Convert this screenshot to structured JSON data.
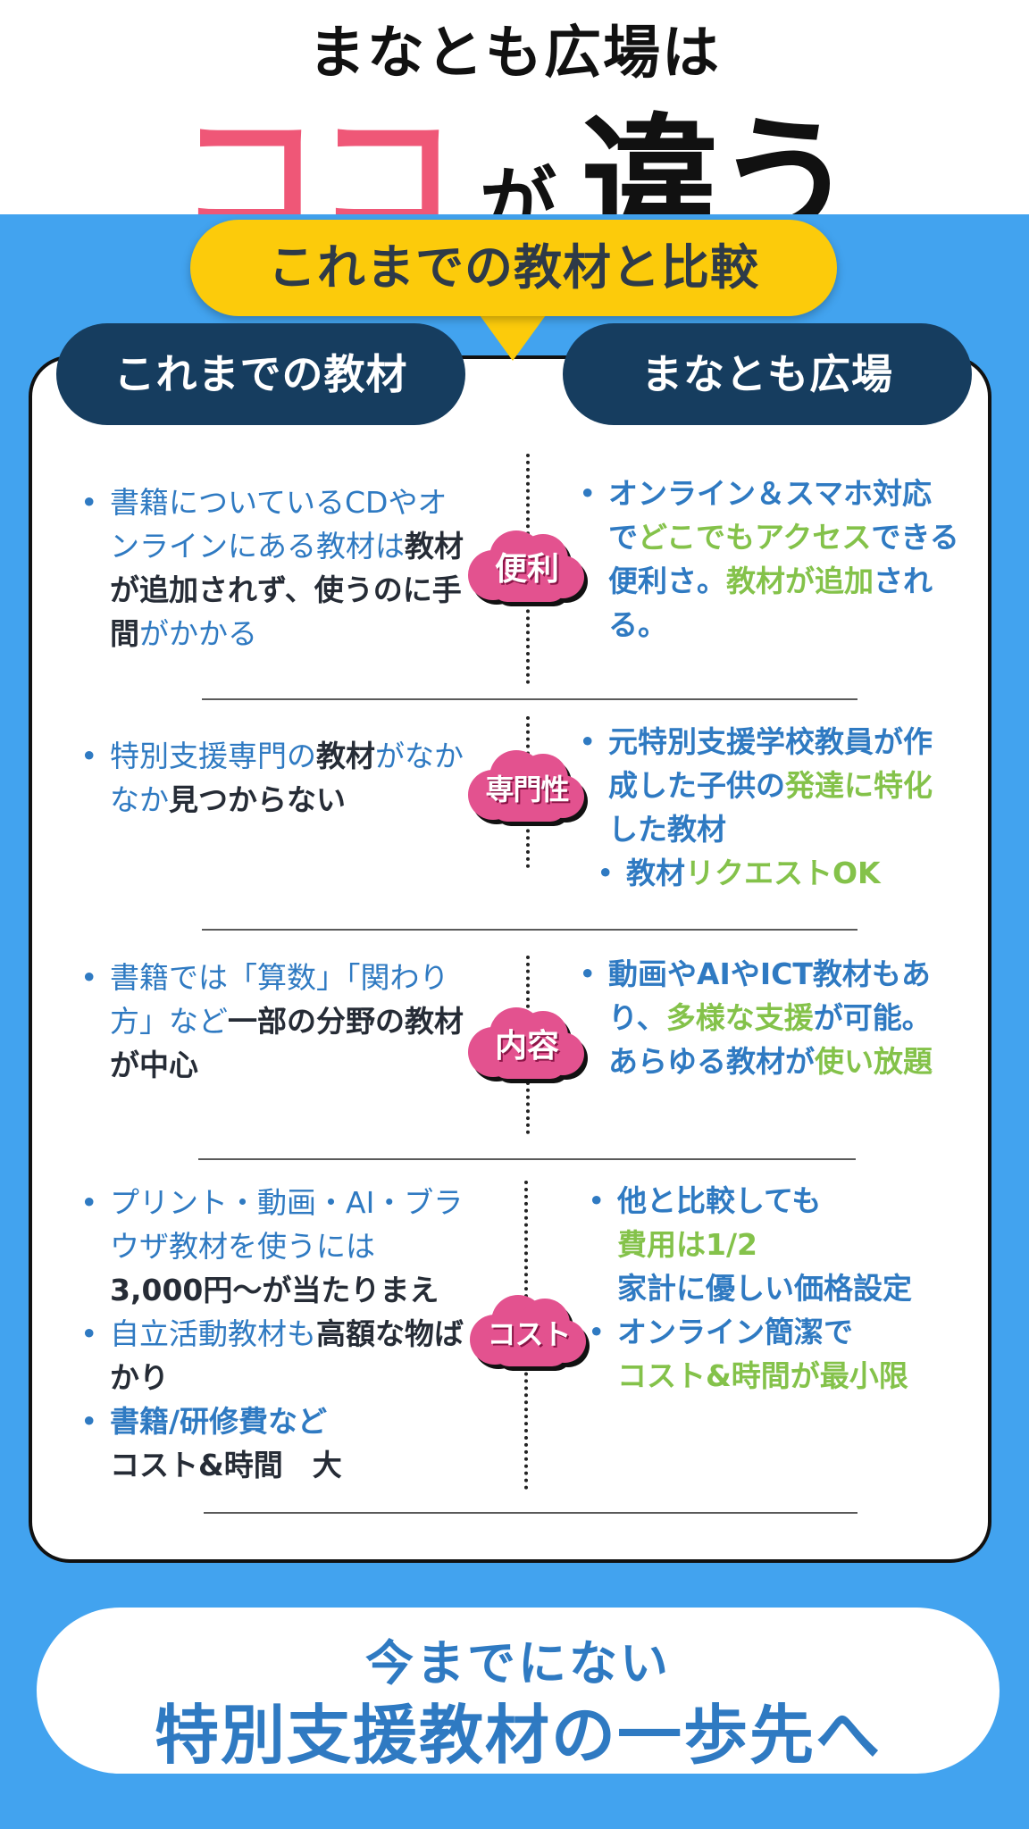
{
  "hero": {
    "line1": "まなとも広場は",
    "koko": "ココ",
    "ga": "が",
    "chigau": "違う"
  },
  "compare_title": "これまでの教材と比較",
  "columns": {
    "left": "これまでの教材",
    "right": "まなとも広場"
  },
  "rows": [
    {
      "tag": "便利",
      "left": [
        {
          "parts": [
            {
              "t": "書籍についているCDやオンラインにある教材は",
              "c": "bl"
            },
            {
              "t": "教材が追加されず、使うのに手間",
              "c": "dk"
            },
            {
              "t": "がかかる",
              "c": "bl"
            }
          ]
        }
      ],
      "right": [
        {
          "parts": [
            {
              "t": "オンライン＆スマホ対応で",
              "c": "blb"
            },
            {
              "t": "どこでもアクセス",
              "c": "gr"
            },
            {
              "t": "できる便利さ。",
              "c": "blb"
            },
            {
              "t": "教材が追加",
              "c": "gr"
            },
            {
              "t": "される。",
              "c": "blb"
            }
          ]
        }
      ]
    },
    {
      "tag": "専門性",
      "left": [
        {
          "parts": [
            {
              "t": "特別支援専門の",
              "c": "bl"
            },
            {
              "t": "教材",
              "c": "dk"
            },
            {
              "t": "がなかなか",
              "c": "bl"
            },
            {
              "t": "見つからない",
              "c": "dk"
            }
          ]
        }
      ],
      "right": [
        {
          "parts": [
            {
              "t": "元特別支援学校教員が作成した子供の",
              "c": "blb"
            },
            {
              "t": "発達に特化",
              "c": "gr"
            },
            {
              "t": "した教材",
              "c": "blb"
            }
          ]
        },
        {
          "indent": true,
          "parts": [
            {
              "t": "教材",
              "c": "blb"
            },
            {
              "t": "リクエストOK",
              "c": "gr"
            }
          ]
        }
      ]
    },
    {
      "tag": "内容",
      "left": [
        {
          "parts": [
            {
              "t": "書籍では「算数」「関わり方」など",
              "c": "bl"
            },
            {
              "t": "一部の分野の教材が中心",
              "c": "dk"
            }
          ]
        }
      ],
      "right": [
        {
          "parts": [
            {
              "t": "動画やAIやICT教材もあり、",
              "c": "blb"
            },
            {
              "t": "多様な支援",
              "c": "gr"
            },
            {
              "t": "が可能。あらゆる教材が",
              "c": "blb"
            },
            {
              "t": "使い放題",
              "c": "gr"
            }
          ]
        }
      ]
    },
    {
      "tag": "コスト",
      "left": [
        {
          "parts": [
            {
              "t": "プリント・動画・AI・ブラウザ教材を使うには",
              "c": "bl"
            },
            {
              "t": "3,000円〜が当たりまえ",
              "c": "dk"
            }
          ]
        },
        {
          "parts": [
            {
              "t": "自立活動教材も",
              "c": "bl"
            },
            {
              "t": "高額な物ばかり",
              "c": "dk"
            }
          ]
        },
        {
          "parts": [
            {
              "t": "書籍/研修費など",
              "c": "blb"
            }
          ]
        },
        {
          "nobullet": true,
          "parts": [
            {
              "t": "コスト&時間　大",
              "c": "dk"
            }
          ]
        }
      ],
      "right": [
        {
          "parts": [
            {
              "t": "他と比較しても",
              "c": "blb"
            }
          ]
        },
        {
          "nobullet": true,
          "parts": [
            {
              "t": "費用は1/2",
              "c": "gr"
            }
          ]
        },
        {
          "nobullet": true,
          "parts": [
            {
              "t": "家計に優しい価格設定",
              "c": "blb"
            }
          ]
        },
        {
          "parts": [
            {
              "t": "オンライン簡潔で",
              "c": "blb"
            }
          ]
        },
        {
          "nobullet": true,
          "parts": [
            {
              "t": "コスト&時間が最小限",
              "c": "gr"
            }
          ]
        }
      ]
    }
  ],
  "bottom": {
    "line1": "今までにない",
    "line2": "特別支援教材の一歩先へ"
  },
  "colors": {
    "blue_bg": "#42a3ef",
    "pink": "#ef5777",
    "yellow": "#fccb0b",
    "navy": "#163d5f",
    "text_blue": "#2f7ac2",
    "text_green": "#84c24a",
    "text_dark": "#262c36",
    "cloud_pink": "#e3528f"
  }
}
